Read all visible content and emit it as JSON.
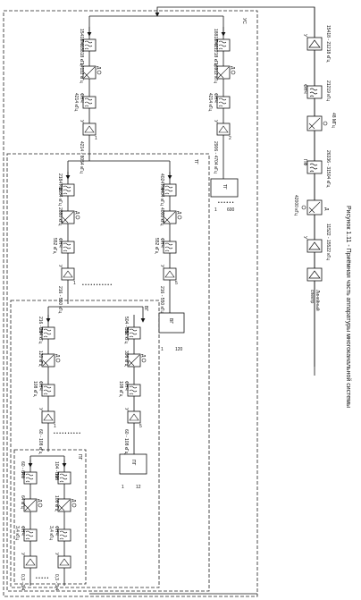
{
  "caption": "Рисунок 1.11 - Приёмная часть аппаратуры многоканальной системы",
  "right_chain": {
    "input_label": [
      "Линейный",
      "спектр"
    ],
    "amp_labels": [
      "У",
      "У"
    ],
    "filter_labels": [
      "ПФ",
      "ФНЧ"
    ],
    "bands": [
      "11522 - 15522 кГц",
      "26336 - 31504 кГц",
      "21219 кГц"
    ],
    "osc": [
      "42000 кГц",
      "48 МГц"
    ],
    "detector": "Д",
    "output_band": "15418 - 21218 кГц"
  },
  "group_Uc": {
    "tag": "УС",
    "branch_left": {
      "band": "15418 - 18818 кГц",
      "filter": "ПФ",
      "osc": "14112 кГц",
      "lpf": "ФНЧ",
      "lpf_band": "4214 кГц",
      "out": "4214 - 8054 кГц",
      "num": "1"
    },
    "branch_right": {
      "band": "18818 - 21218 кГц",
      "filter": "ПФ",
      "osc": "16912 кГц",
      "lpf": "ФНЧ",
      "lpf_band": "4214 кГц",
      "out": "2906 - 4704 кГц",
      "num": "2"
    },
    "block": "ТГ",
    "dots": "• • • • • •",
    "block_num_left": "1",
    "block_num_right": "600"
  },
  "group_TG": {
    "tag": "ТГ",
    "branch_left": {
      "band": "2184 - 2184 кГц",
      "filter": "ПФ",
      "osc": "2880 кГц",
      "lpf": "ФНЧ",
      "lpf_band": "552 кГц",
      "out": "216 - 550 кГц",
      "num": "1"
    },
    "branch_right": {
      "band": "4024 - 4404 кГц",
      "filter": "ПФ",
      "osc": "4000 кГц",
      "lpf": "ФНЧ",
      "lpf_band": "552 кГц",
      "out": "216 - 550 кГц",
      "num": "5"
    },
    "block": "ВГ",
    "dots": "• • • • • • • • • • •",
    "block_num_left": "1",
    "block_num_right": "120"
  },
  "group_VG": {
    "tag": "ВГ",
    "branch_left": {
      "band": "216 - 264 кГц",
      "filter": "ПФ",
      "osc": "120 кГц",
      "lpf": "ФНЧ",
      "lpf_band": "108 кГц",
      "out": "60 - 108 кГц",
      "num": "1"
    },
    "branch_right": {
      "band": "504 - 552 кГц",
      "filter": "ПФ",
      "osc": "396 кГц",
      "lpf": "ФНЧ",
      "lpf_band": "108 кГц",
      "out": "60 - 108 кГц",
      "num": "5"
    },
    "block": "ПГ",
    "dots": "• • • • • • • • • •",
    "block_num_left": "1",
    "block_num_right": "12"
  },
  "group_PG": {
    "tag": "ПГ",
    "branch_left": {
      "band": "60 - 64",
      "filter": "ПФ",
      "osc": "64 кГц",
      "lpf": "ФНЧ",
      "lpf_band": "3,4 кГц",
      "out": "0,3 - 3,4"
    },
    "branch_right": {
      "band": "104 - 108",
      "filter": "ПФ",
      "osc": "108 кГц",
      "lpf": "ФНЧ",
      "lpf_band": "3,4 кГц",
      "out": "0,3 - 3,4"
    },
    "dots": "• • • • •"
  }
}
